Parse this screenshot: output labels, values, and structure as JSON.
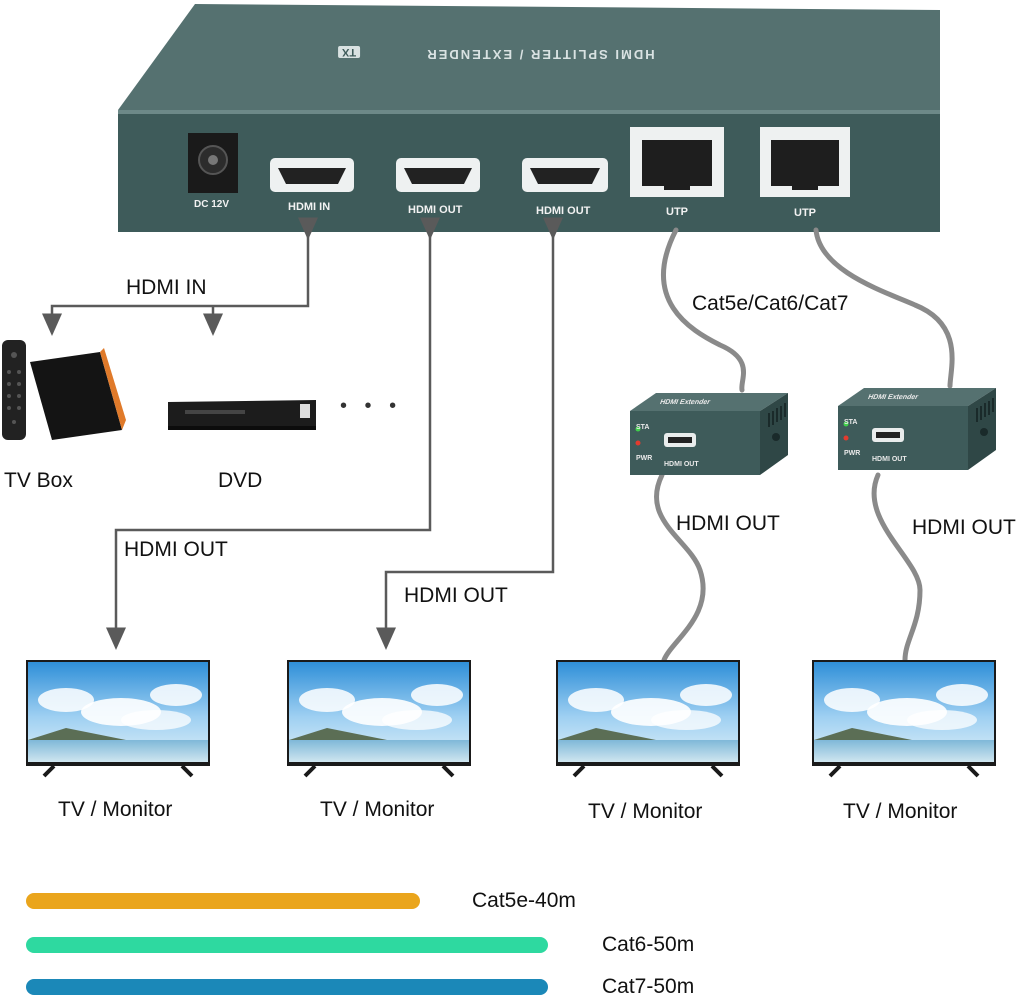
{
  "splitter": {
    "top_label": "HDMI SPLITTER / EXTENDER",
    "badge": "TX",
    "ports": [
      "DC 12V",
      "HDMI IN",
      "HDMI OUT",
      "HDMI OUT",
      "UTP",
      "UTP"
    ]
  },
  "receiver": {
    "top_label": "HDMI Extender",
    "sta": "STA",
    "pwr": "PWR",
    "port": "HDMI OUT"
  },
  "labels": {
    "hdmi_in": "HDMI IN",
    "cable": "Cat5e/Cat6/Cat7",
    "hdmi_out": "HDMI OUT",
    "tv_box": "TV Box",
    "dvd": "DVD",
    "ellipsis": "• • •",
    "tv_monitor": "TV / Monitor"
  },
  "legend": [
    {
      "label": "Cat5e-40m",
      "color": "#EAA51C"
    },
    {
      "label": "Cat6-50m",
      "color": "#2ED9A0"
    },
    {
      "label": "Cat7-50m",
      "color": "#1B88B8"
    }
  ],
  "colors": {
    "device_body": "#3E5B5A",
    "device_top": "#557170",
    "line": "#5a5a5a"
  }
}
